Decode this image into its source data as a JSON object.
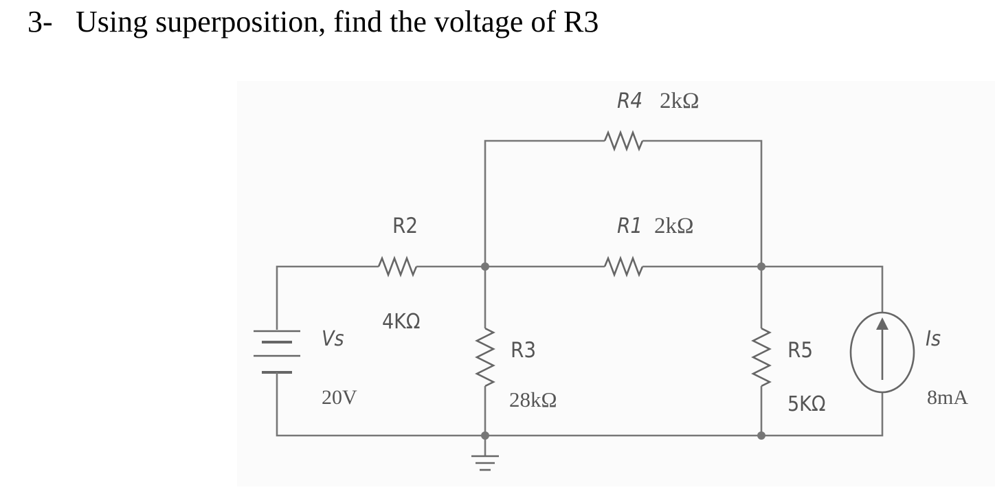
{
  "question": {
    "number": "3-",
    "text": "Using superposition, find the voltage of R3"
  },
  "circuit": {
    "r4_name": "R4",
    "r4_value": "2kΩ",
    "r1_name": "R1",
    "r1_value": "2kΩ",
    "r2_name": "R2",
    "r2_value": "4KΩ",
    "vs_name": "Vs",
    "vs_value": "20V",
    "r3_name": "R3",
    "r3_value": "28kΩ",
    "r5_name": "R5",
    "r5_value": "5KΩ",
    "is_name": "Is",
    "is_value": "8mA"
  },
  "colors": {
    "wire": "#777777",
    "label": "#555555",
    "question_text": "#000000"
  }
}
